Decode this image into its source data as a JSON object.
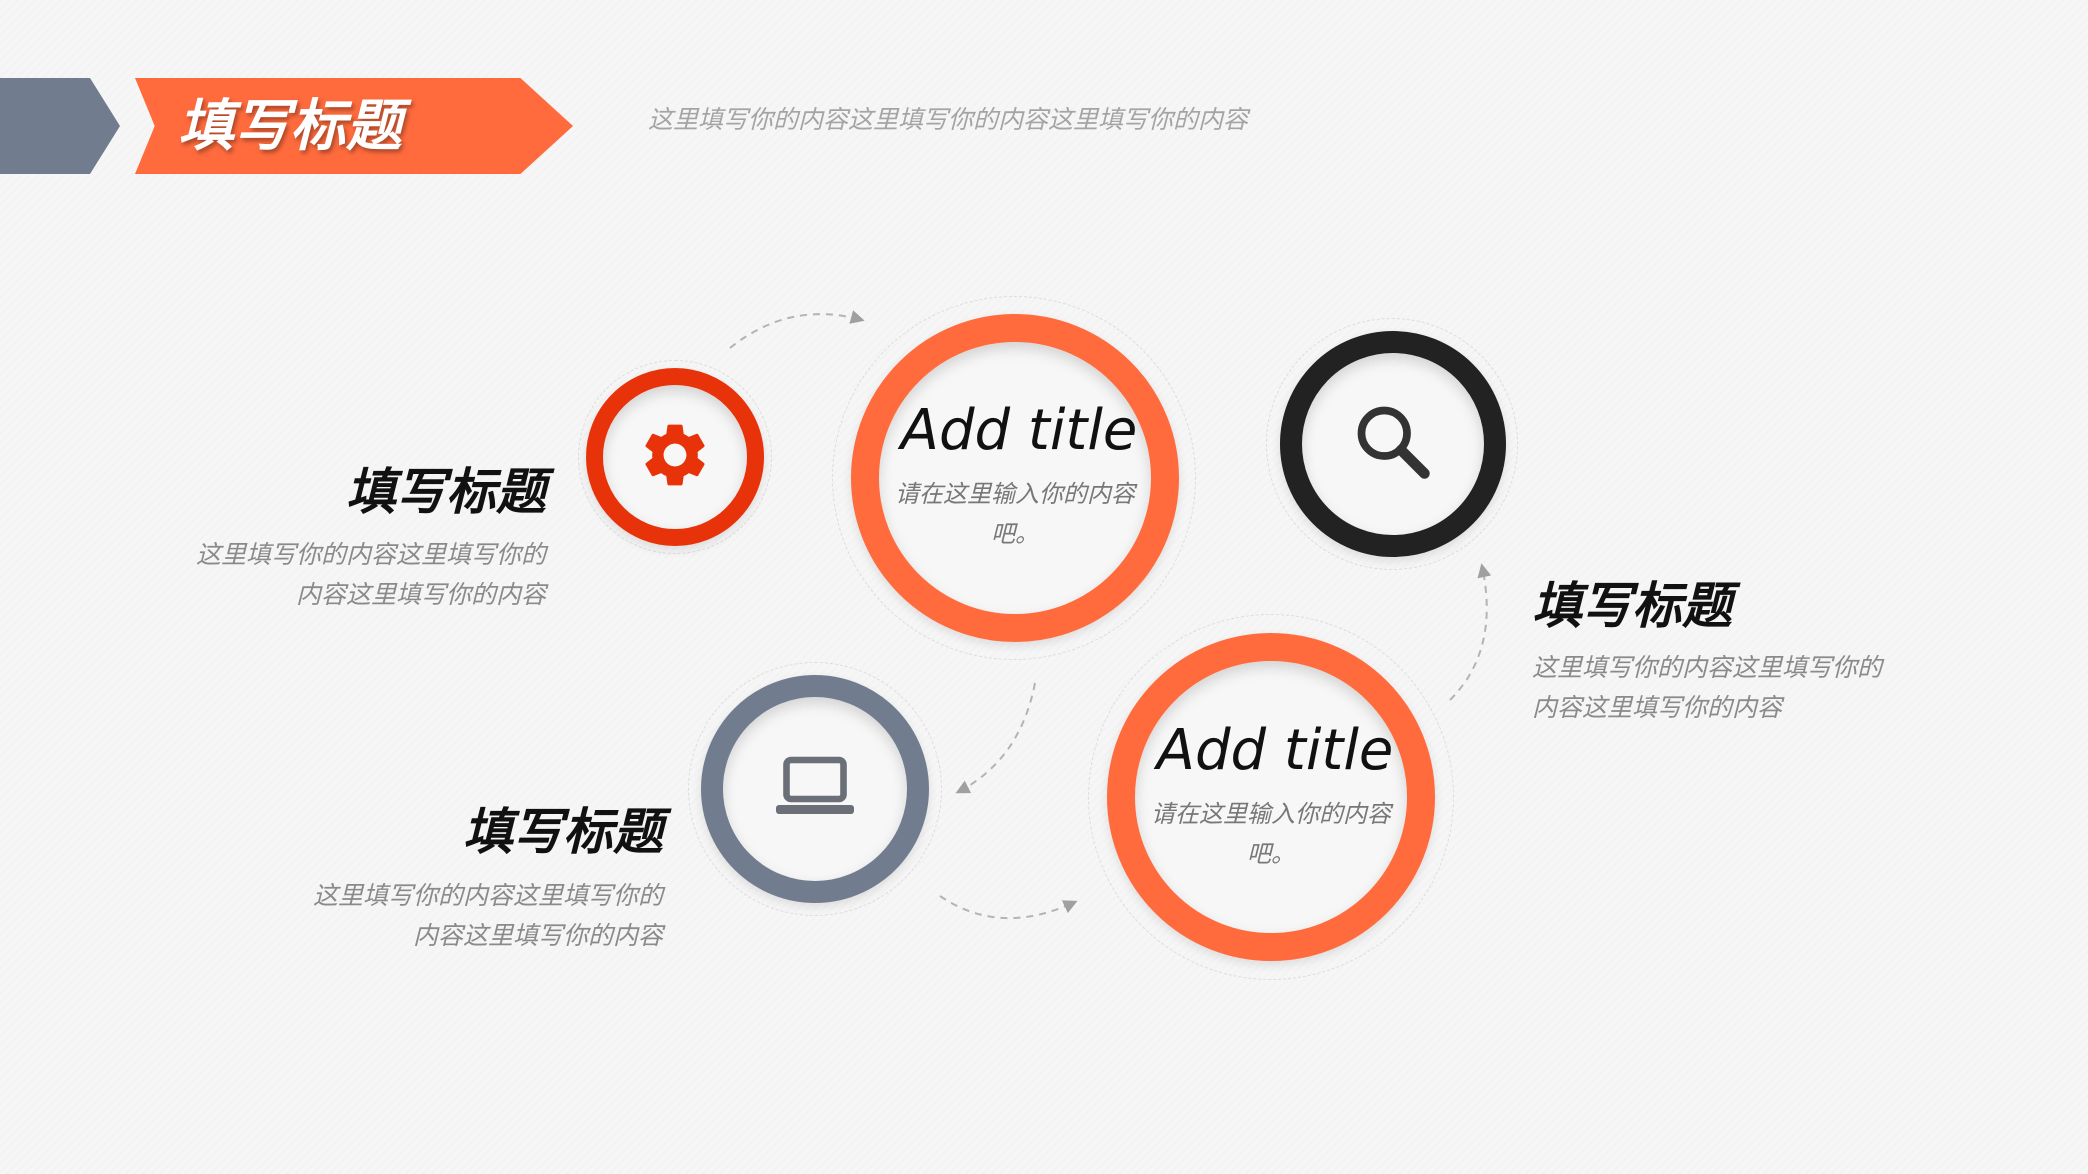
{
  "header": {
    "title": "填写标题",
    "subtitle": "这里填写你的内容这里填写你的内容这里填写你的内容"
  },
  "colors": {
    "accent_orange": "#ff6b3d",
    "accent_red": "#e8330a",
    "slate_gray": "#717d8f",
    "dark": "#222222"
  },
  "nodes": {
    "gear": {
      "icon": "gear-icon"
    },
    "top_center": {
      "title": "Add title",
      "body_line1": "请在这里输入你的内容",
      "body_line2": "吧。"
    },
    "search": {
      "icon": "search-icon"
    },
    "laptop": {
      "icon": "laptop-icon"
    },
    "bottom_center": {
      "title": "Add title",
      "body_line1": "请在这里输入你的内容",
      "body_line2": "吧。"
    }
  },
  "labels": {
    "left_top": {
      "title": "填写标题",
      "line1": "这里填写你的内容这里填写你的",
      "line2": "内容这里填写你的内容"
    },
    "left_bottom": {
      "title": "填写标题",
      "line1": "这里填写你的内容这里填写你的",
      "line2": "内容这里填写你的内容"
    },
    "right": {
      "title": "填写标题",
      "line1": "这里填写你的内容这里填写你的",
      "line2": "内容这里填写你的内容"
    }
  }
}
